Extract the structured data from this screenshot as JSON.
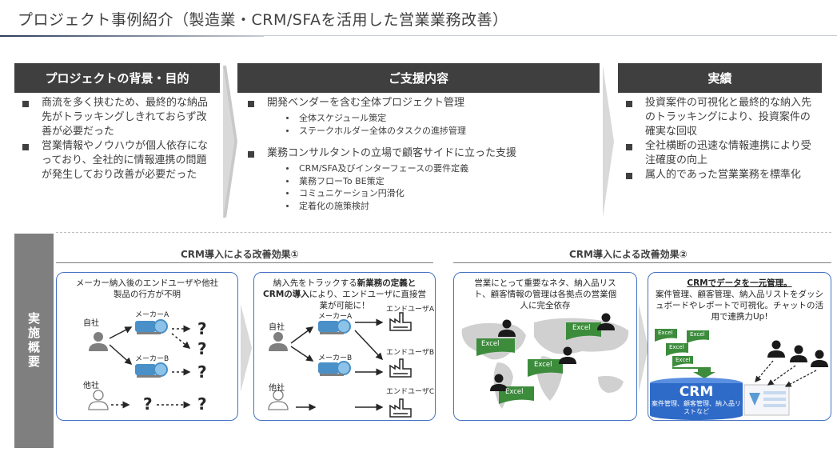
{
  "page": {
    "title": "プロジェクト事例紹介（製造業・CRM/SFAを活用した営業業務改善）"
  },
  "columns": {
    "background": {
      "header": "プロジェクトの背景・目的",
      "bullets": [
        "商流を多く挟むため、最終的な納品先がトラッキングしきれておらず改善が必要だった",
        "営業情報やノウハウが個人依存になっており、全社的に情報連携の問題が発生しており改善が必要だった"
      ]
    },
    "support": {
      "header": "ご支援内容",
      "bullets": [
        {
          "text": "開発ベンダーを含む全体プロジェクト管理",
          "sub": [
            "全体スケジュール策定",
            "ステークホルダー全体のタスクの進捗管理"
          ]
        },
        {
          "text": "業務コンサルタントの立場で顧客サイドに立った支援",
          "sub": [
            "CRM/SFA及びインターフェースの要件定義",
            "業務フローTo BE策定",
            "コミュニケーション円滑化",
            "定着化の施策検討"
          ]
        }
      ]
    },
    "results": {
      "header": "実績",
      "bullets": [
        "投資案件の可視化と最終的な納入先のトラッキングにより、投資案件の確実な回収",
        "全社横断の迅速な情報連携により受注確度の向上",
        "属人的であった営業業務を標準化"
      ]
    }
  },
  "implementation": {
    "side_label": "実施概要",
    "effect1": {
      "title": "CRM導入による改善効果①",
      "before": {
        "text": "メーカー納入後のエンドユーザや他社製品の行方が不明",
        "own_company": "自社",
        "other_company": "他社",
        "maker_a": "メーカーA",
        "maker_b": "メーカーB",
        "unknown": "?"
      },
      "after": {
        "text_prefix": "納入先をトラックする",
        "text_bold1": "新業務の定義と",
        "text_bold2": "CRMの導入",
        "text_suffix": "により、エンドユーザに直接営業が可能に！",
        "own_company": "自社",
        "other_company": "他社",
        "maker_a": "メーカーA",
        "maker_b": "メーカーB",
        "enduser_a": "エンドユーザA",
        "enduser_b": "エンドユーザB",
        "enduser_c": "エンドユーザC"
      }
    },
    "effect2": {
      "title": "CRM導入による改善効果②",
      "before": {
        "text": "営業にとって重要なネタ、納入品リスト、顧客情報の管理は各拠点の営業個人に完全依存",
        "excel_label": "Excel"
      },
      "after": {
        "text_bold": "CRMでデータを一元管理。",
        "text": "案件管理、顧客管理、納入品リストをダッシュボードやレポートで可視化。チャットの活用で連携力Up!",
        "crm_label": "CRM",
        "crm_sub": "案件管理、顧客管理、納入品リストなど",
        "excel_label": "Excel"
      }
    }
  },
  "colors": {
    "header_bg": "#3f3f3f",
    "panel_border": "#4472c4",
    "side_band": "#7f7f7f",
    "excel_green": "#3c8c3c",
    "crm_blue": "#2e6ac8"
  }
}
